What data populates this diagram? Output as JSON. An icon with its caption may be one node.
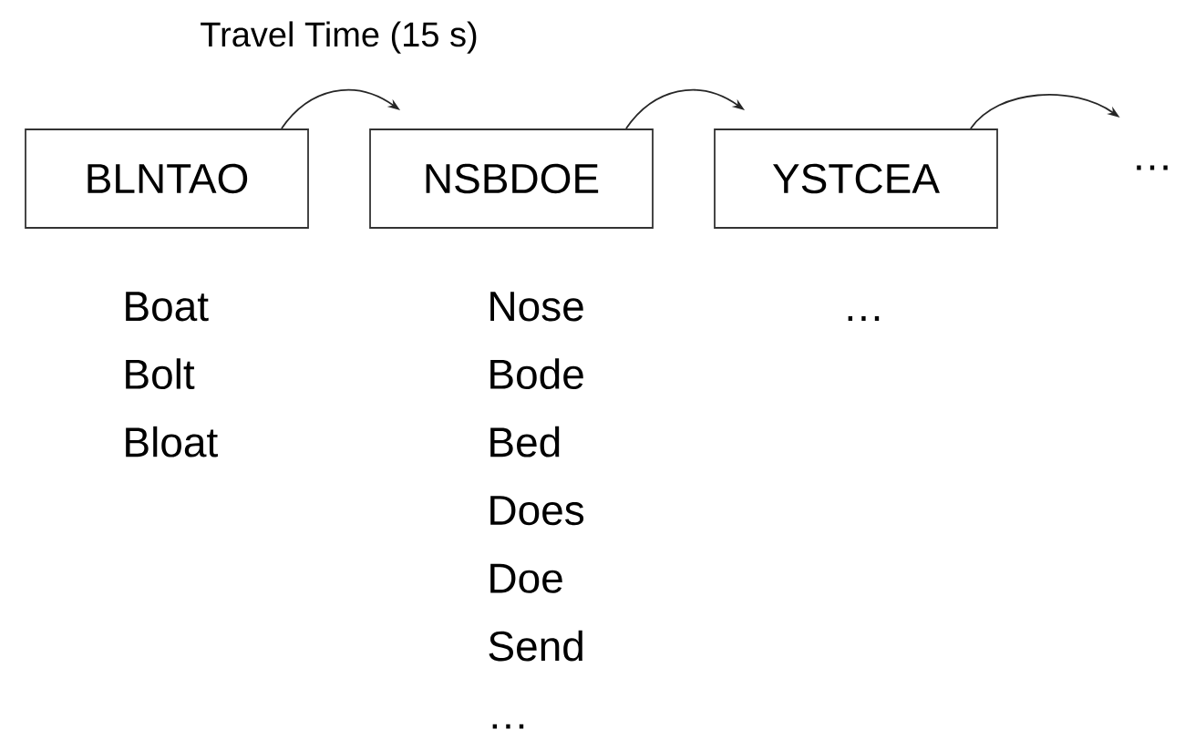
{
  "diagram": {
    "nodes": [
      {
        "text": [
          "BLNTAO"
        ],
        "beside": [
          "Boat",
          "Bolt",
          "Bloat"
        ]
      },
      {
        "text": [
          "NSBDOE"
        ],
        "beside": [
          "Nose",
          "Bode",
          "Bed",
          "Does",
          "Doe",
          "Send",
          "…"
        ]
      },
      {
        "text": [
          "YSTCEA"
        ],
        "beside": [
          "…"
        ]
      },
      {
        "text": [
          "…"
        ]
      }
    ],
    "edges": [
      {
        "from": 0,
        "to": 1,
        "arrow": "to",
        "label": "Travel Time (15 s)"
      },
      {
        "from": 1,
        "to": 2,
        "arrow": "to"
      },
      {
        "from": 2,
        "to": 3,
        "arrow": "to"
      }
    ]
  }
}
